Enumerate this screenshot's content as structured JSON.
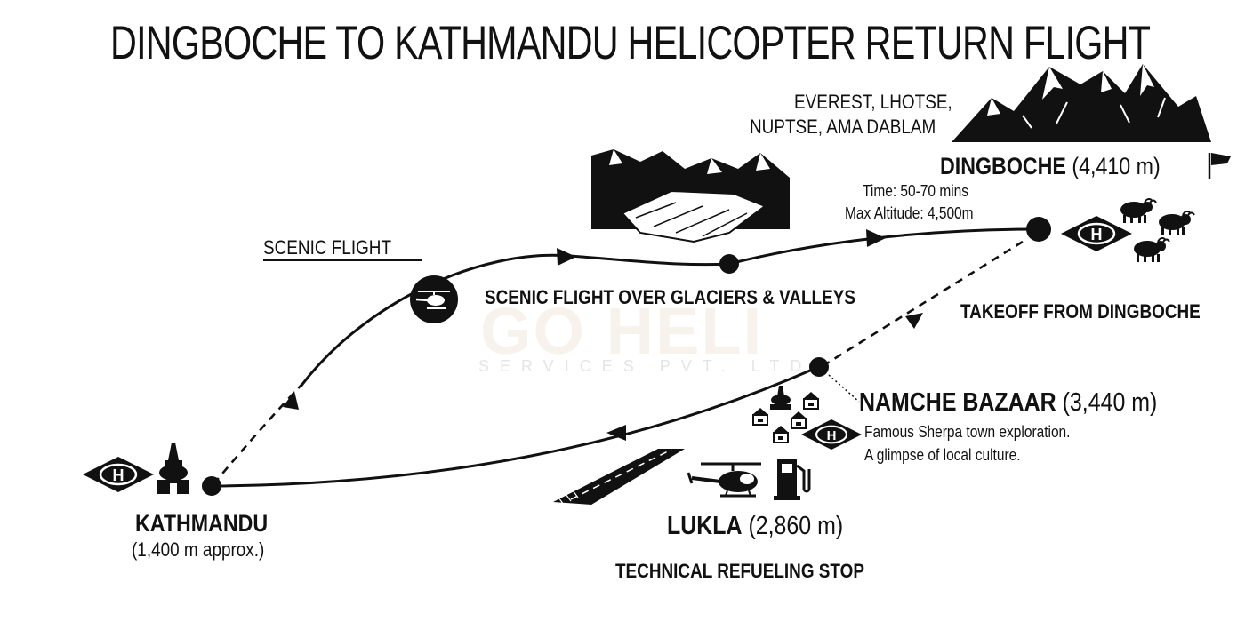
{
  "title": "DINGBOCHE TO KATHMANDU HELICOPTER RETURN FLIGHT",
  "watermark": {
    "brand": "GO HELI",
    "sub": "SERVICES PVT. LTD."
  },
  "labels": {
    "scenic_flight": "SCENIC FLIGHT",
    "scenic_glaciers": "SCENIC FLIGHT OVER GLACIERS & VALLEYS",
    "peaks_line1": "EVEREST, LHOTSE,",
    "peaks_line2": "NUPTSE, AMA DABLAM",
    "dingboche_name": "DINGBOCHE",
    "dingboche_alt": "(4,410 m)",
    "time": "Time: 50-70 mins",
    "max_altitude": "Max Altitude: 4,500m",
    "takeoff": "TAKEOFF FROM DINGBOCHE",
    "namche_name": "NAMCHE BAZAAR",
    "namche_alt": "(3,440 m)",
    "namche_desc1": "Famous Sherpa town exploration.",
    "namche_desc2": "A glimpse of local culture.",
    "kathmandu_name": "KATHMANDU",
    "kathmandu_alt": "(1,400 m approx.)",
    "lukla_name": "LUKLA",
    "lukla_alt": "(2,860 m)",
    "refuel": "TECHNICAL REFUELING STOP",
    "helipad_letter": "H"
  },
  "icons": [
    "helicopter-icon",
    "mountain-range-icon",
    "glacier-icon",
    "helipad-icon",
    "yak-icon",
    "flag-icon",
    "stupa-icon",
    "village-icon",
    "runway-icon",
    "fuel-pump-icon"
  ],
  "colors": {
    "ink": "#111111",
    "background": "#ffffff"
  }
}
